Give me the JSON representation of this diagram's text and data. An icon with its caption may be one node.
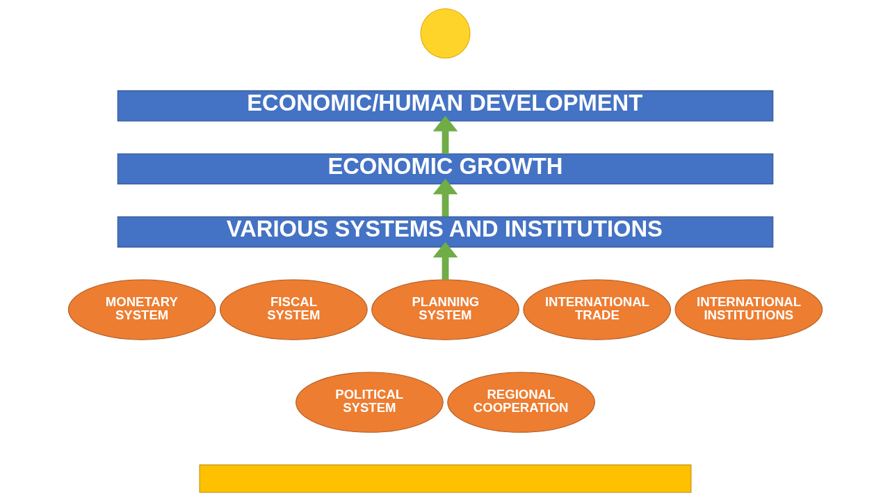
{
  "diagram": {
    "nodes": [
      {
        "text": [],
        "shape": "circle"
      },
      {
        "text": [
          "ECONOMIC/HUMAN DEVELOPMENT"
        ]
      },
      {
        "text": [
          "ECONOMIC GROWTH"
        ]
      },
      {
        "text": [
          "VARIOUS SYSTEMS AND INSTITUTIONS"
        ]
      },
      {
        "text": [
          "MONETARY SYSTEM"
        ]
      },
      {
        "text": [
          "FISCAL SYSTEM"
        ]
      },
      {
        "text": [
          "PLANNING SYSTEM"
        ]
      },
      {
        "text": [
          "INTERNATIONAL TRADE"
        ]
      },
      {
        "text": [
          "INTERNATIONAL INSTITUTIONS"
        ]
      },
      {
        "text": [
          "POLITICAL SYSTEM"
        ]
      },
      {
        "text": [
          "REGIONAL COOPERATION"
        ]
      },
      {
        "text": [],
        "shape": "bar"
      }
    ],
    "edges": [
      {
        "from": 6,
        "to": 3,
        "arrow": "to"
      },
      {
        "from": 3,
        "to": 2,
        "arrow": "to"
      },
      {
        "from": 2,
        "to": 1,
        "arrow": "to"
      }
    ]
  }
}
